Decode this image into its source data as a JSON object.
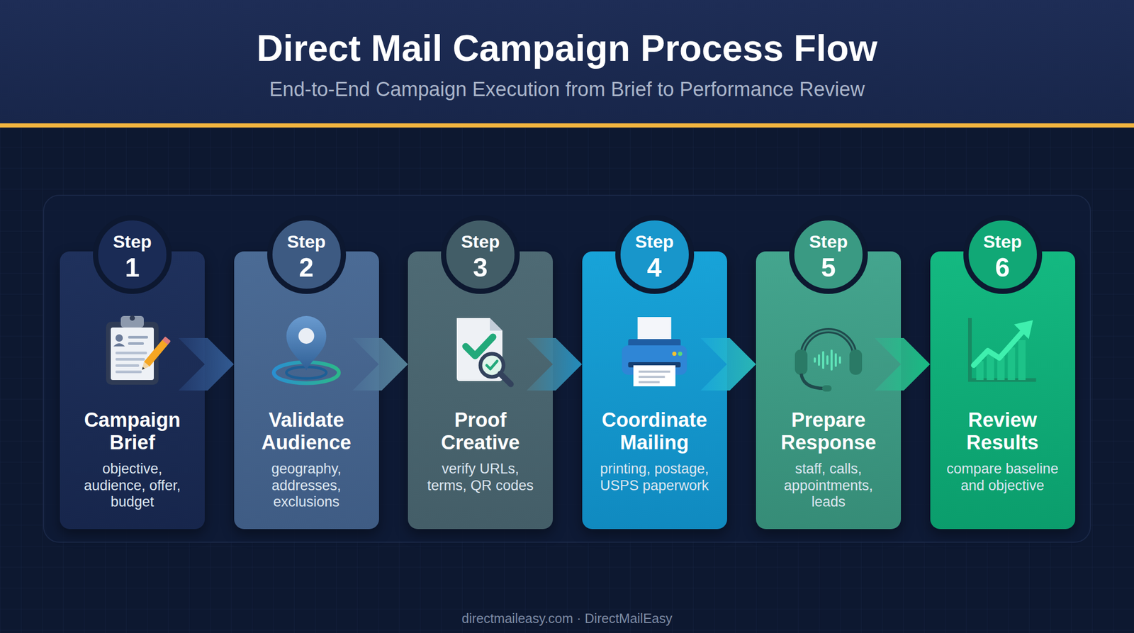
{
  "diagram": {
    "title": "Direct Mail Campaign Process Flow",
    "nodes": [
      {
        "text": [
          "Campaign Brief",
          "objective, audience, offer, budget"
        ]
      },
      {
        "text": [
          "Step 1"
        ],
        "in": 0
      },
      {
        "text": [
          "Validate Audience",
          "geography, addresses, exclusions"
        ]
      },
      {
        "text": [
          "Step 2"
        ],
        "in": 2
      },
      {
        "text": [
          "Proof Creative",
          "verify URLs, terms, QR codes"
        ]
      },
      {
        "text": [
          "Step 3"
        ],
        "in": 4
      },
      {
        "text": [
          "Coordinate Mailing",
          "printing, postage, USPS paperwork"
        ]
      },
      {
        "text": [
          "Step 4"
        ],
        "in": 6
      },
      {
        "text": [
          "Prepare Response",
          "staff, calls, appointments, leads"
        ]
      },
      {
        "text": [
          "Step 5"
        ],
        "in": 8
      },
      {
        "text": [
          "Review Results",
          "compare baseline and objective"
        ]
      },
      {
        "text": [
          "Step 6"
        ],
        "in": 10
      }
    ],
    "edges": [
      {
        "from": 0,
        "to": 2,
        "arrow": "to"
      },
      {
        "from": 2,
        "to": 4,
        "arrow": "to"
      },
      {
        "from": 4,
        "to": 6,
        "arrow": "to"
      },
      {
        "from": 6,
        "to": 8,
        "arrow": "to"
      },
      {
        "from": 8,
        "to": 10,
        "arrow": "to"
      }
    ],
    "labels": [
      "End-to-End Campaign Execution from Brief to Performance Review",
      "directmaileasy.com · DirectMailEasy"
    ]
  }
}
